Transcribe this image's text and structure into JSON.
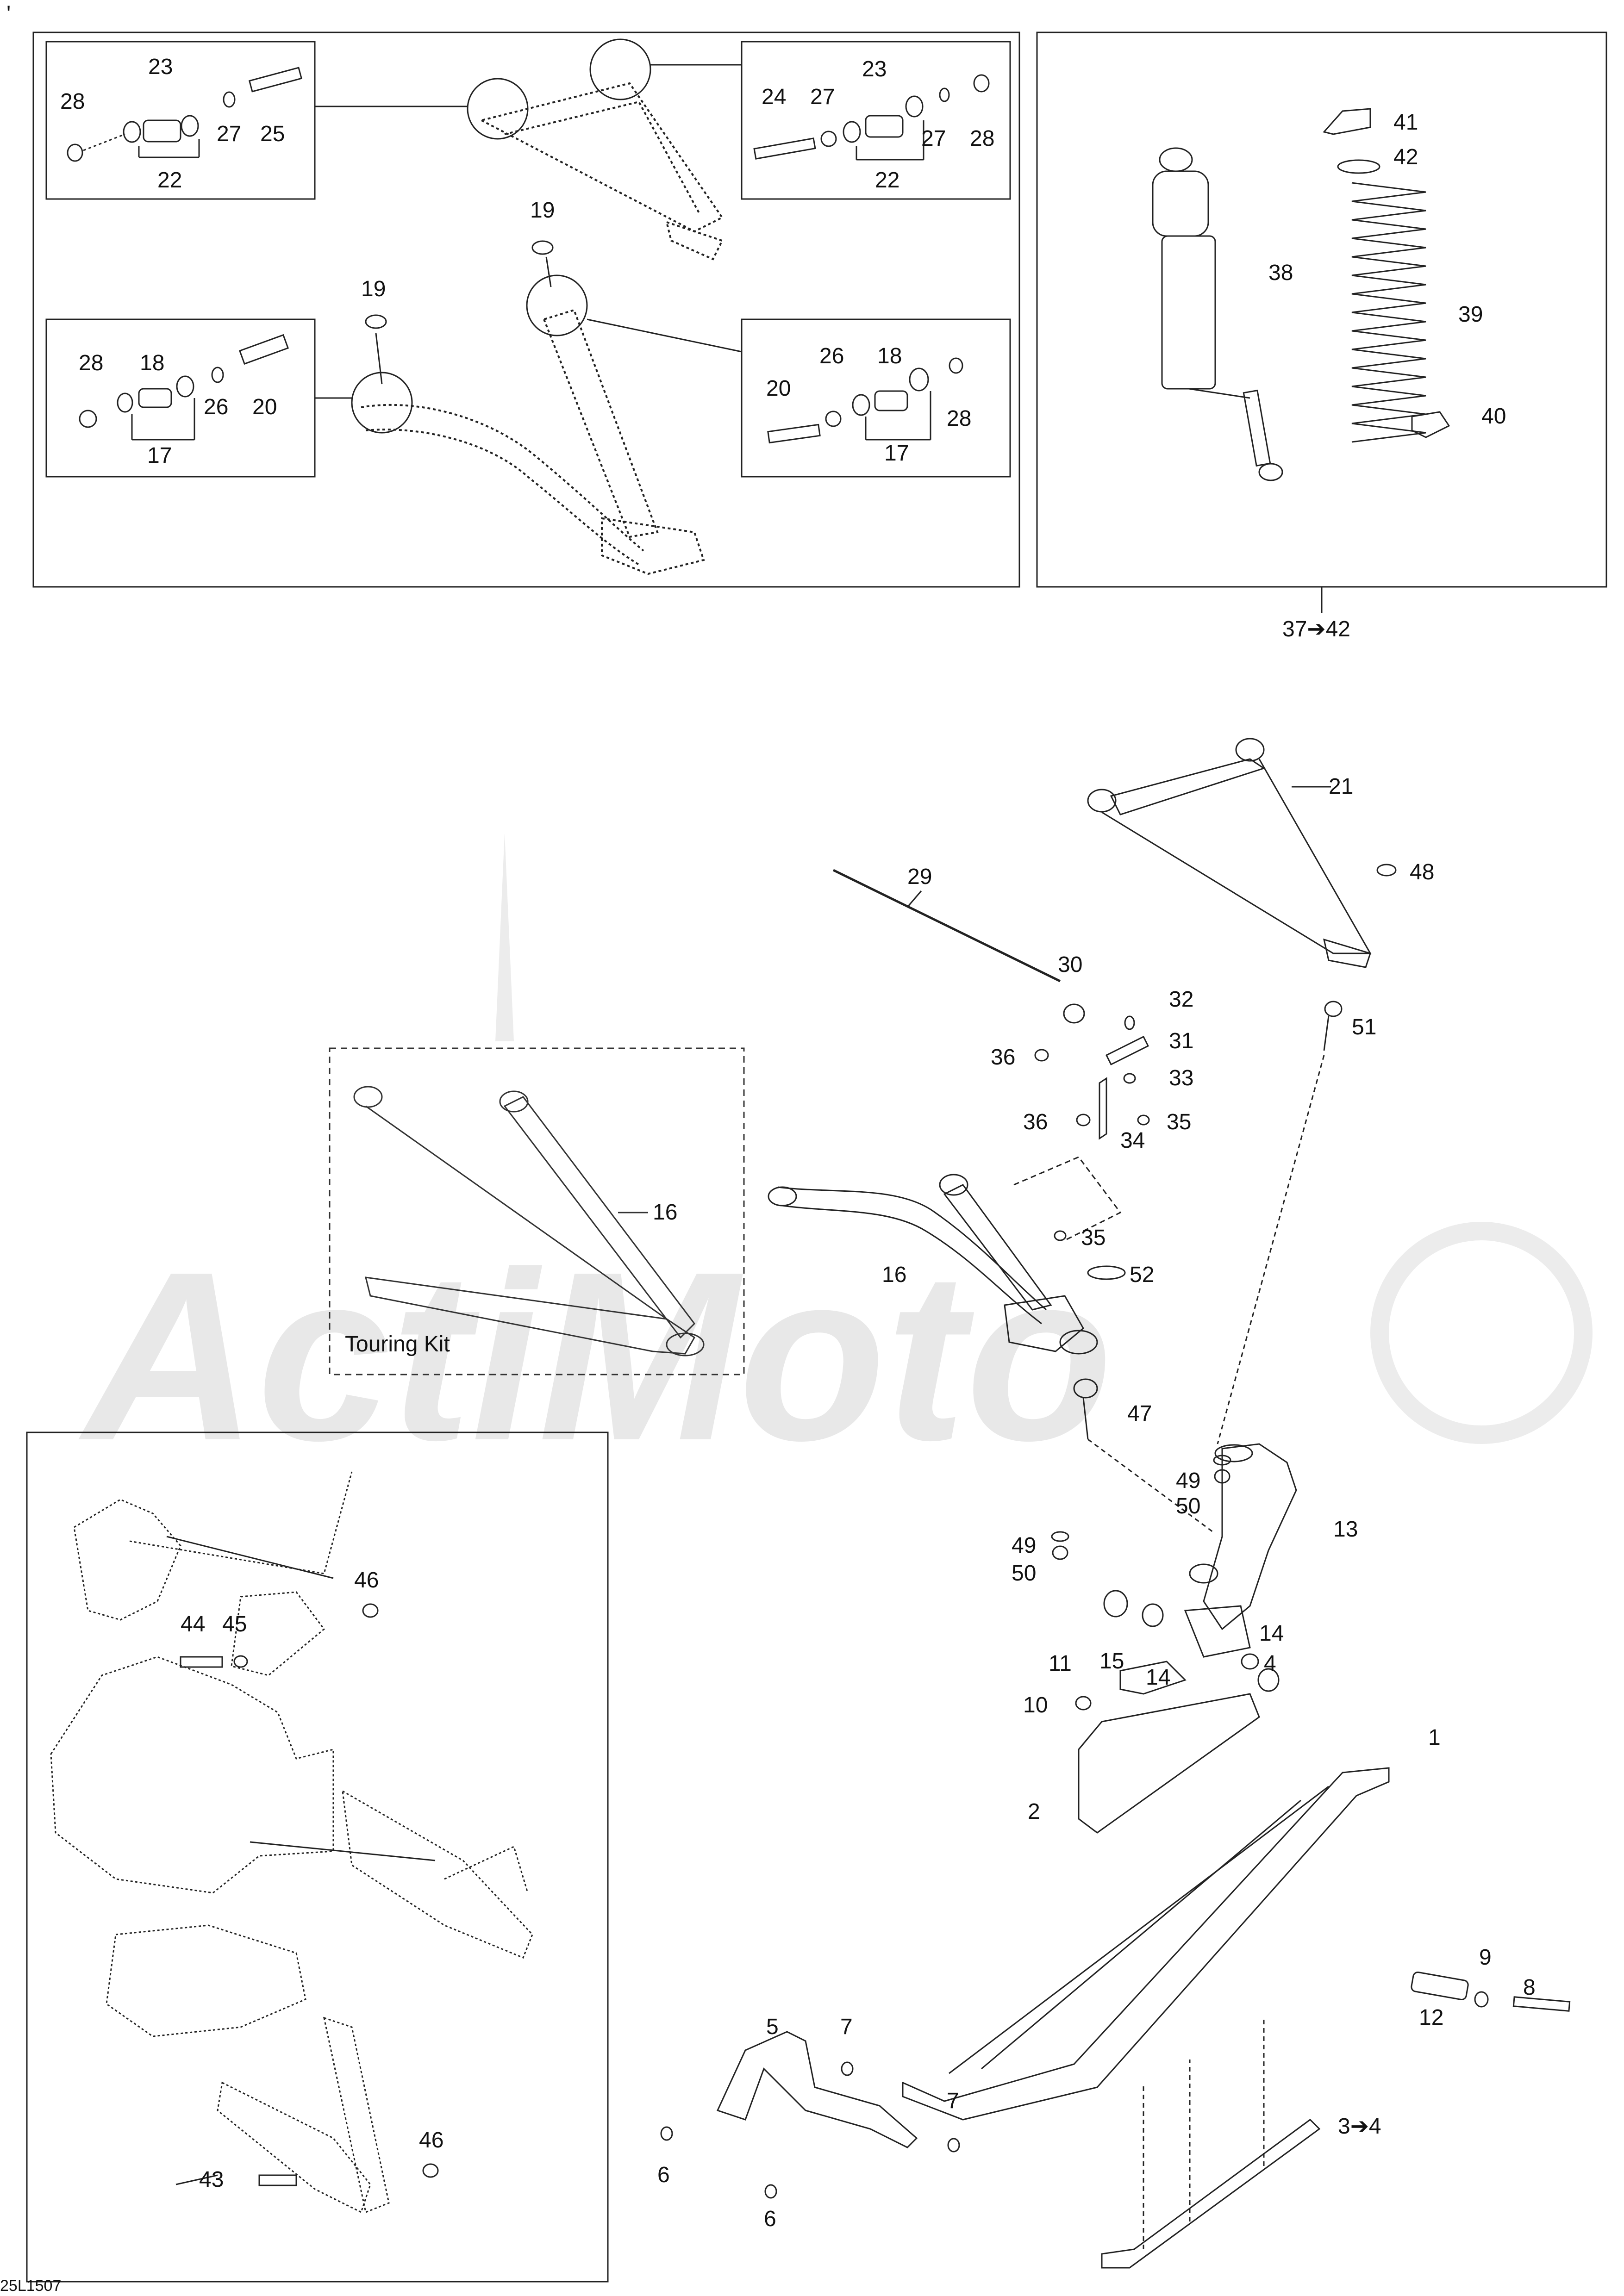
{
  "figure_id": "25L1507",
  "corner_mark": "'",
  "watermark": {
    "text": "ActiMoto",
    "color": "#e6e6e6"
  },
  "colors": {
    "line": "#222222",
    "box": "#333333",
    "dashed": "#555555"
  },
  "touring_label": "Touring Kit",
  "range_labels": {
    "shock": "37➔42",
    "runners": "3➔4"
  },
  "callouts": {
    "c1": "1",
    "c2": "2",
    "c4": "4",
    "c5": "5",
    "c6a": "6",
    "c6b": "6",
    "c7a": "7",
    "c7b": "7",
    "c8": "8",
    "c9": "9",
    "c10": "10",
    "c11": "11",
    "c12": "12",
    "c13": "13",
    "c14a": "14",
    "c14b": "14",
    "c15": "15",
    "c16a": "16",
    "c16b": "16",
    "c17a": "17",
    "c17b": "17",
    "c18a": "18",
    "c18b": "18",
    "c19a": "19",
    "c19b": "19",
    "c20a": "20",
    "c20b": "20",
    "c21": "21",
    "c22a": "22",
    "c22b": "22",
    "c23a": "23",
    "c23b": "23",
    "c24": "24",
    "c25": "25",
    "c26a": "26",
    "c26b": "26",
    "c27a": "27",
    "c27b": "27",
    "c27c": "27",
    "c28a": "28",
    "c28b": "28",
    "c28c": "28",
    "c28d": "28",
    "c29": "29",
    "c30": "30",
    "c31": "31",
    "c32": "32",
    "c33": "33",
    "c34": "34",
    "c35a": "35",
    "c35b": "35",
    "c36a": "36",
    "c36b": "36",
    "c38": "38",
    "c39": "39",
    "c40": "40",
    "c41": "41",
    "c42": "42",
    "c43": "43",
    "c44": "44",
    "c45": "45",
    "c46a": "46",
    "c46b": "46",
    "c47": "47",
    "c48": "48",
    "c49a": "49",
    "c49b": "49",
    "c50a": "50",
    "c50b": "50",
    "c51": "51",
    "c52": "52"
  }
}
